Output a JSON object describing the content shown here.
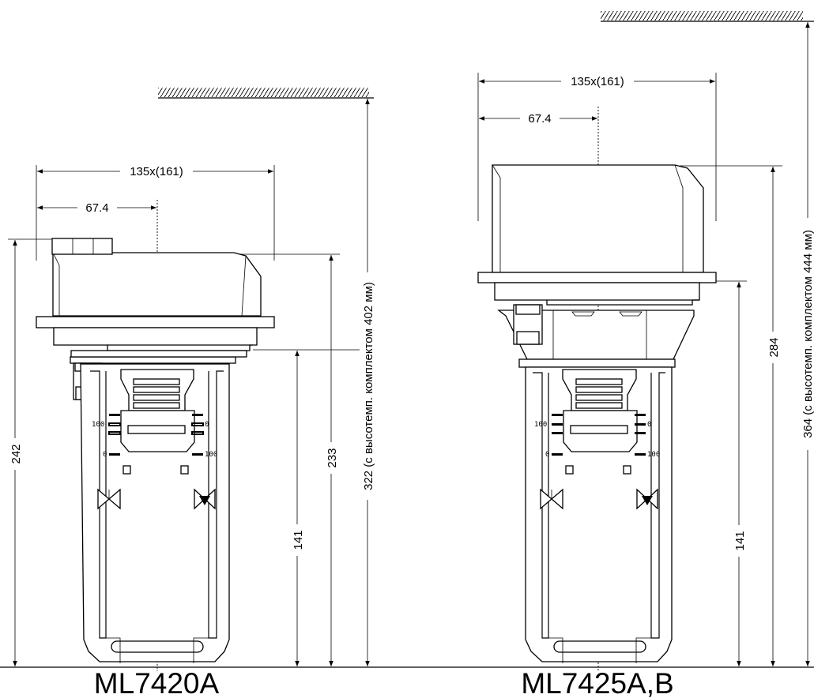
{
  "left": {
    "model": "ML7420A",
    "width_label": "135x(161)",
    "half_width_label": "67.4",
    "height_total": "242",
    "height_housing": "233",
    "height_yoke": "141",
    "height_clearance": "322 (с высотемп. комплектом 402 мм)",
    "scale_top": "100",
    "scale_top_right": "0",
    "scale_bottom": "0",
    "scale_bottom_right": "100"
  },
  "right": {
    "model": "ML7425A,B",
    "width_label": "135x(161)",
    "half_width_label": "67.4",
    "height_housing": "284",
    "height_yoke": "141",
    "height_clearance": "364 (с высотемп. комплектом 444 мм)",
    "scale_top": "100",
    "scale_top_right": "0",
    "scale_bottom": "0",
    "scale_bottom_right": "100"
  }
}
